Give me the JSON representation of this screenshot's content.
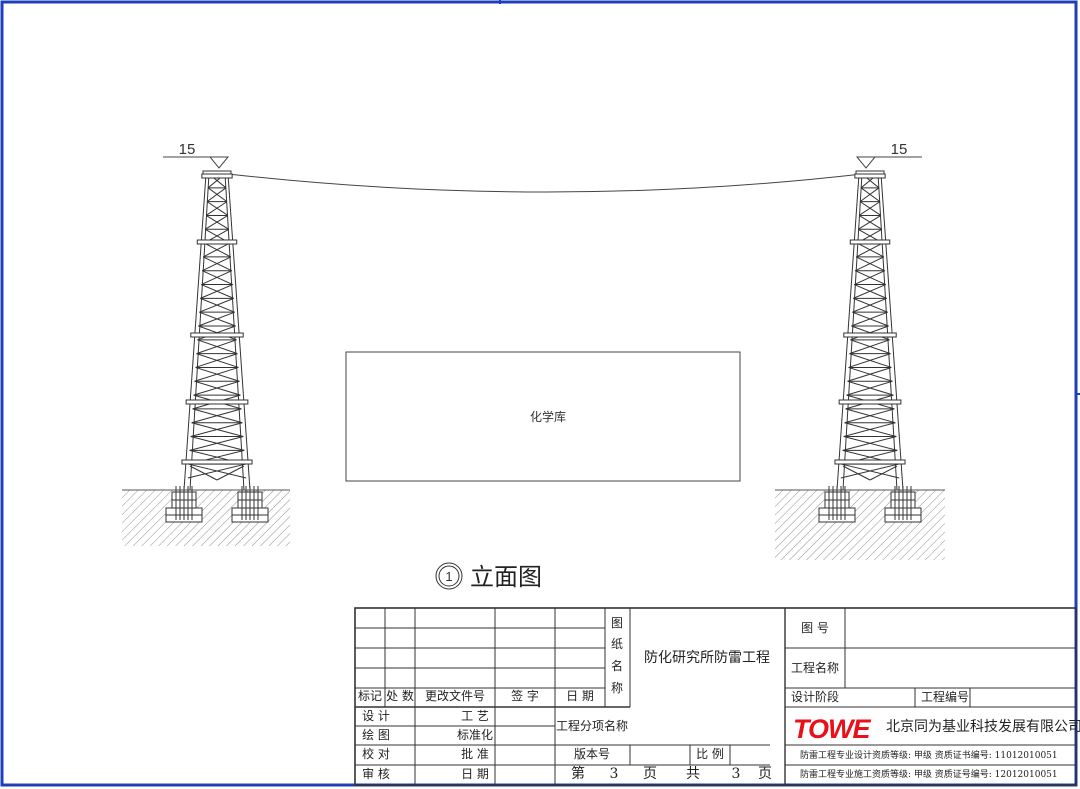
{
  "drawing": {
    "elevation_marks": {
      "left": "15",
      "right": "15"
    },
    "building_label": "化学库",
    "view_number": "1",
    "view_title": "立面图"
  },
  "title_block": {
    "revision_headers": {
      "mark": "标记",
      "count": "处 数",
      "change_doc": "更改文件号",
      "signature": "签 字",
      "date": "日 期"
    },
    "roles": {
      "design": "设 计",
      "draw": "绘 图",
      "proof": "校 对",
      "review": "审 核",
      "process": "工 艺",
      "standard": "标准化",
      "approve": "批 准",
      "date": "日 期"
    },
    "drawing_name_label": [
      "图",
      "纸",
      "名",
      "称"
    ],
    "drawing_name": "防化研究所防雷工程",
    "sub_project_label": "工程分项名称",
    "version_label": "版本号",
    "scale_label": "比 例",
    "page": {
      "prefix": "第",
      "current": "3",
      "page_word": "页",
      "total_prefix": "共",
      "total": "3",
      "total_word": "页"
    },
    "drawing_no_label": "图 号",
    "project_name_label": "工程名称",
    "design_stage_label": "设计阶段",
    "project_no_label": "工程编号",
    "company": {
      "logo": "TOWE",
      "name": "北京同为基业科技发展有限公司"
    },
    "qualifications": [
      "防雷工程专业设计资质等级: 甲级   资质证书编号: 11012010051",
      "防雷工程专业施工资质等级: 甲级   资质证号编号: 12012010051"
    ]
  },
  "colors": {
    "border": "#1f3fb8",
    "line": "#333333",
    "logo": "#e8101a"
  }
}
